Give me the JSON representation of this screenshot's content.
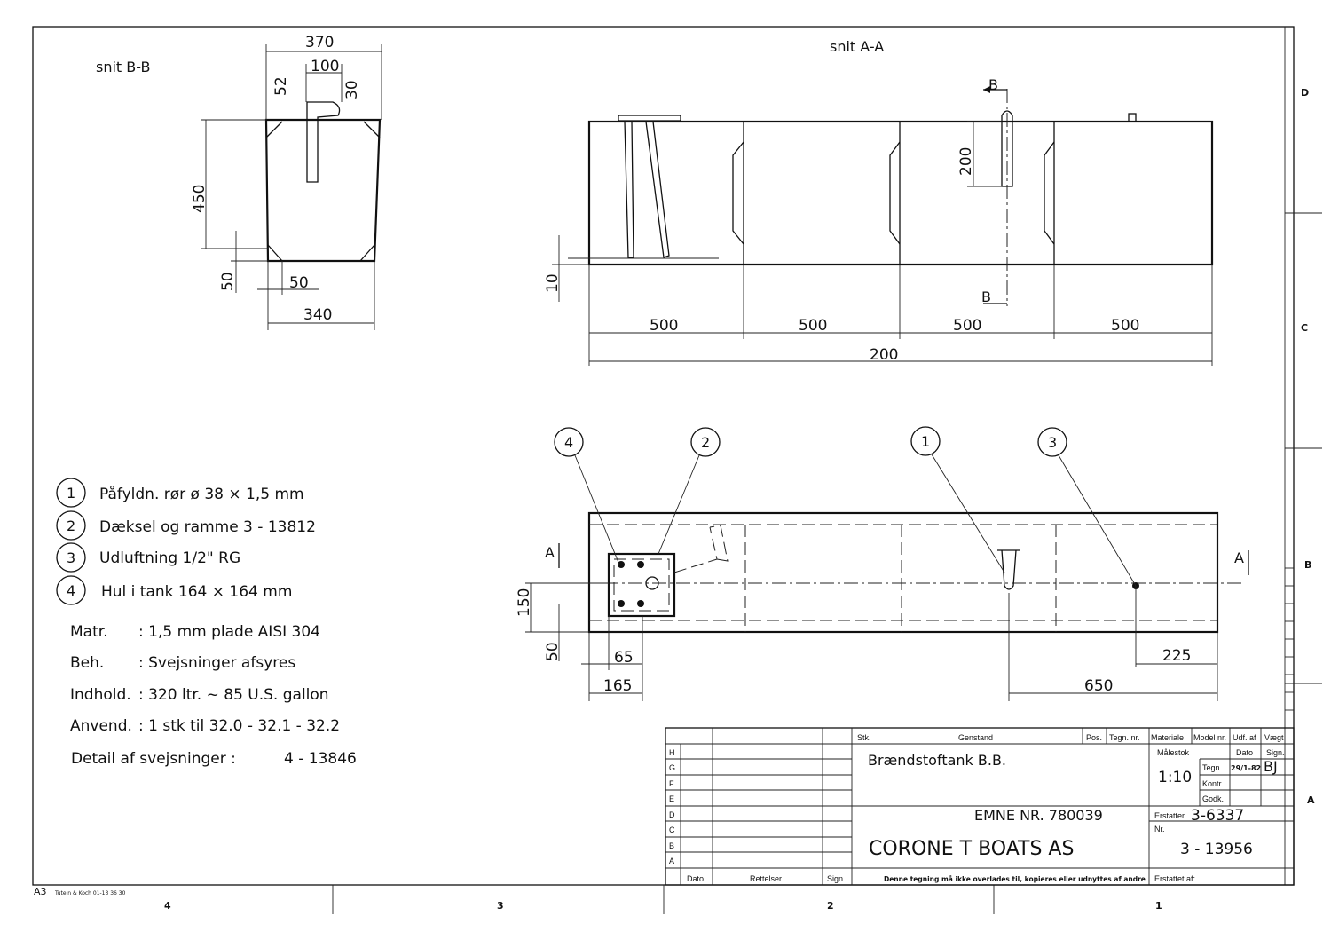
{
  "sheet": {
    "format": "A3",
    "printer": "Tutein & Koch  01-13 36 30",
    "zones_right": [
      "D",
      "C",
      "B",
      "A"
    ],
    "zones_bottom": [
      "4",
      "3",
      "2",
      "1"
    ]
  },
  "section_bb": {
    "title": "snit B-B",
    "dims": {
      "top_width": "370",
      "pipe_width": "100",
      "d52": "52",
      "d30": "30",
      "height": "450",
      "d50v": "50",
      "d50h": "50",
      "bottom_width": "340"
    }
  },
  "section_aa": {
    "title": "snit A-A",
    "dims": {
      "seg1": "500",
      "seg2": "500",
      "seg3": "500",
      "seg4": "500",
      "total": "200",
      "d10": "10",
      "pipe_height": "200"
    },
    "cut_label_top": "B",
    "cut_label_bottom": "B"
  },
  "plan": {
    "callouts": [
      "4",
      "2",
      "1",
      "3"
    ],
    "cut_left": "A",
    "cut_right": "A",
    "dims": {
      "d150": "150",
      "d50": "50",
      "d65": "65",
      "d165": "165",
      "d225": "225",
      "d650": "650"
    }
  },
  "parts": [
    {
      "num": "1",
      "text": "Påfyldn. rør  ø  38 × 1,5 mm"
    },
    {
      "num": "2",
      "text": "Dæksel og ramme   3 - 13812"
    },
    {
      "num": "3",
      "text": "Udluftning  1/2\" RG"
    },
    {
      "num": "4",
      "text": "Hul i tank   164 × 164 mm"
    }
  ],
  "notes": [
    {
      "label": "Matr.",
      "value": ": 1,5 mm   plade  AISI  304"
    },
    {
      "label": "Beh.",
      "value": ": Svejsninger  afsyres"
    },
    {
      "label": "Indhold.",
      "value": ": 320  ltr. ~ 85   U.S. gallon"
    },
    {
      "label": "Anvend.",
      "value": ": 1 stk   til   32.0  -  32.1  -  32.2"
    },
    {
      "label": "Detail  af  svejsninger :",
      "value": "4 - 13846"
    }
  ],
  "title_block": {
    "headers": {
      "stk": "Stk.",
      "genstand": "Genstand",
      "pos": "Pos.",
      "tegn_nr": "Tegn. nr.",
      "materiale": "Materiale",
      "model_nr": "Model nr.",
      "udf_af": "Udf. af",
      "vaegt": "Vægt"
    },
    "rev_rows": [
      "H",
      "G",
      "F",
      "E",
      "D",
      "C",
      "B",
      "A"
    ],
    "rev_headers": {
      "dato": "Dato",
      "rettelser": "Rettelser",
      "sign": "Sign."
    },
    "item_name": "Brændstoftank   B.B.",
    "malestok_label": "Målestok",
    "scale": "1:10",
    "dato_label": "Dato",
    "sign_label": "Sign.",
    "tegn_label": "Tegn.",
    "tegn_date": "29/1-82",
    "tegn_sign": "BJ",
    "kontr_label": "Kontr.",
    "godk_label": "Godk.",
    "emne_nr": "EMNE NR.  780039",
    "company": "CORONE T   BOATS   AS",
    "erstatter_label": "Erstatter",
    "erstatter": "3-6337",
    "nr_label": "Nr.",
    "drawing_nr": "3 - 13956",
    "copyright": "Denne tegning må ikke overlades til, kopieres eller udnyttes af andre",
    "erstattet_label": "Erstattet af:"
  }
}
